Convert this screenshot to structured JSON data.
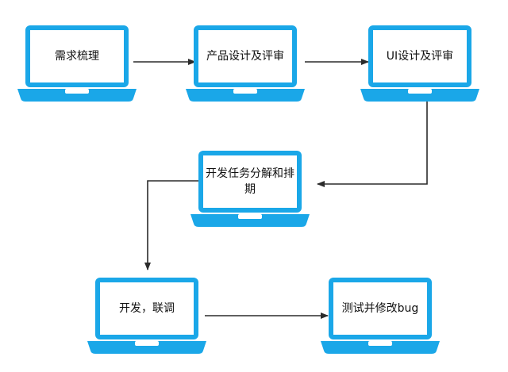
{
  "colors": {
    "laptop_blue": "#1aa7e8",
    "screen_white": "#ffffff",
    "connector": "#2b2b2b"
  },
  "icon": "laptop-icon",
  "nodes": [
    {
      "id": "n1",
      "label": "需求梳理"
    },
    {
      "id": "n2",
      "label": "产品设计及评审"
    },
    {
      "id": "n3",
      "label": "UI设计及评审"
    },
    {
      "id": "n4",
      "label": "开发任务分解和排期"
    },
    {
      "id": "n5",
      "label": "开发，联调"
    },
    {
      "id": "n6",
      "label": "测试并修改bug"
    }
  ],
  "edges": [
    {
      "from": "n1",
      "to": "n2"
    },
    {
      "from": "n2",
      "to": "n3"
    },
    {
      "from": "n3",
      "to": "n4"
    },
    {
      "from": "n4",
      "to": "n5"
    },
    {
      "from": "n5",
      "to": "n6"
    }
  ]
}
